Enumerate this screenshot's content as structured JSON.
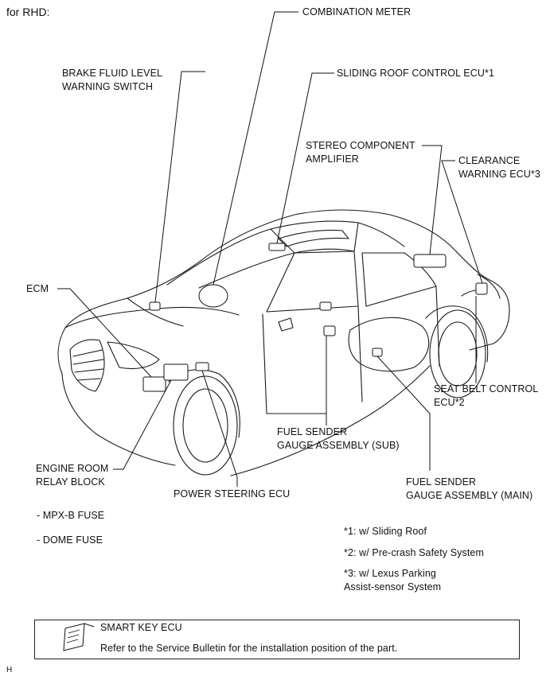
{
  "header": {
    "variant": "for RHD:"
  },
  "labels": {
    "combination_meter": "COMBINATION METER",
    "brake_fluid_switch": "BRAKE FLUID LEVEL\nWARNING SWITCH",
    "sliding_roof_ecu": "SLIDING ROOF CONTROL ECU*1",
    "stereo_amplifier": "STEREO COMPONENT\nAMPLIFIER",
    "clearance_warning_ecu": "CLEARANCE\nWARNING ECU*3",
    "ecm": "ECM",
    "seat_belt_ecu": "SEAT BELT CONTROL\nECU*2",
    "fuel_sender_sub": "FUEL SENDER\nGAUGE ASSEMBLY (SUB)",
    "engine_room_relay": "ENGINE ROOM\nRELAY BLOCK",
    "power_steering_ecu": "POWER STEERING ECU",
    "fuel_sender_main": "FUEL SENDER\nGAUGE ASSEMBLY (MAIN)"
  },
  "fuses": [
    "- MPX-B FUSE",
    "- DOME FUSE"
  ],
  "footnotes": [
    "*1: w/ Sliding Roof",
    "*2: w/ Pre-crash Safety System",
    "*3: w/ Lexus Parking\nAssist-sensor System"
  ],
  "note_box": {
    "title": "SMART KEY ECU",
    "text": "Refer to the Service Bulletin for the installation position of the part."
  },
  "corner_mark": "H"
}
